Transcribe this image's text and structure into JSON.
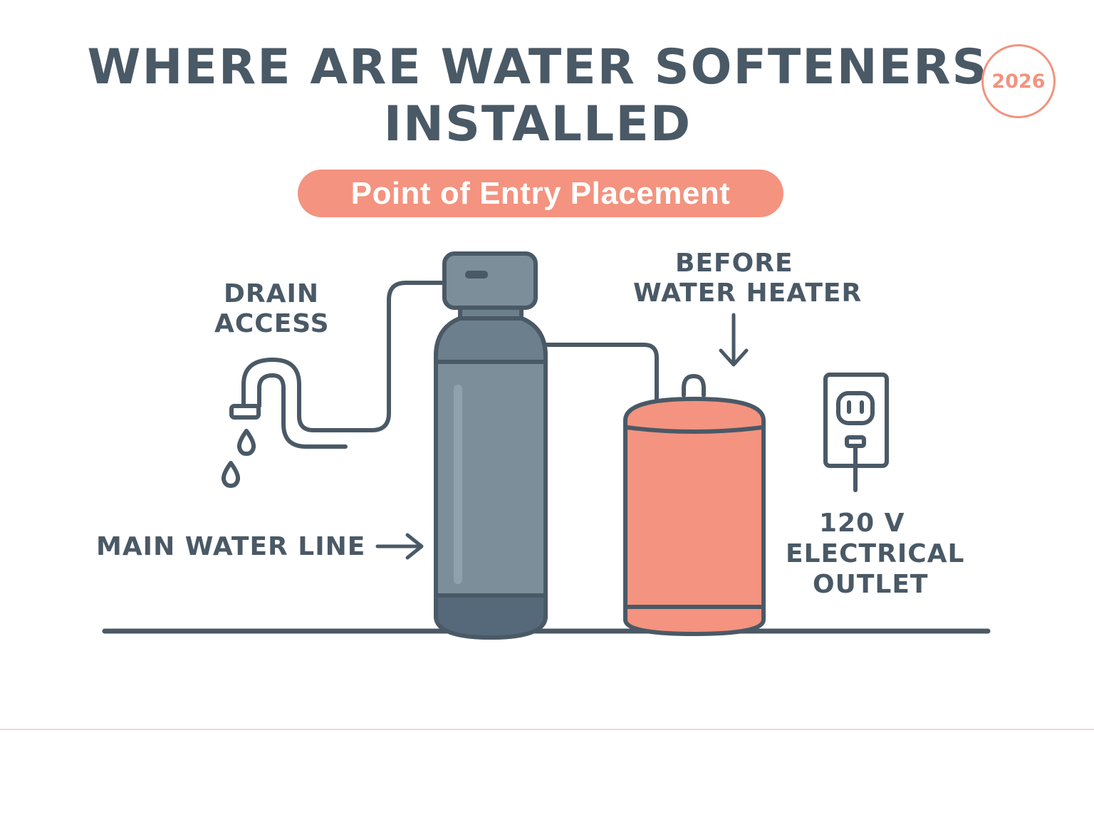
{
  "title": {
    "line1": "WHERE ARE WATER SOFTENERS",
    "line2": "INSTALLED"
  },
  "badge": {
    "year": "2026"
  },
  "subtitle_pill": {
    "text": "Point of Entry Placement"
  },
  "labels": {
    "drain_access_line1": "DRAIN",
    "drain_access_line2": "ACCESS",
    "before_heater_line1": "BEFORE",
    "before_heater_line2": "WATER HEATER",
    "main_water_line": "MAIN WATER LINE",
    "outlet_line1": "120 V",
    "outlet_line2": "ELECTRICAL",
    "outlet_line3": "OUTLET"
  },
  "icons": {
    "faucet": "faucet-icon",
    "softener": "softener-tank-icon",
    "heater": "water-heater-icon",
    "outlet": "electrical-outlet-icon"
  },
  "colors": {
    "dark": "#4a5966",
    "tank": "#7b8e9a",
    "accent": "#f4937f",
    "divider": "#f6d4d8"
  }
}
